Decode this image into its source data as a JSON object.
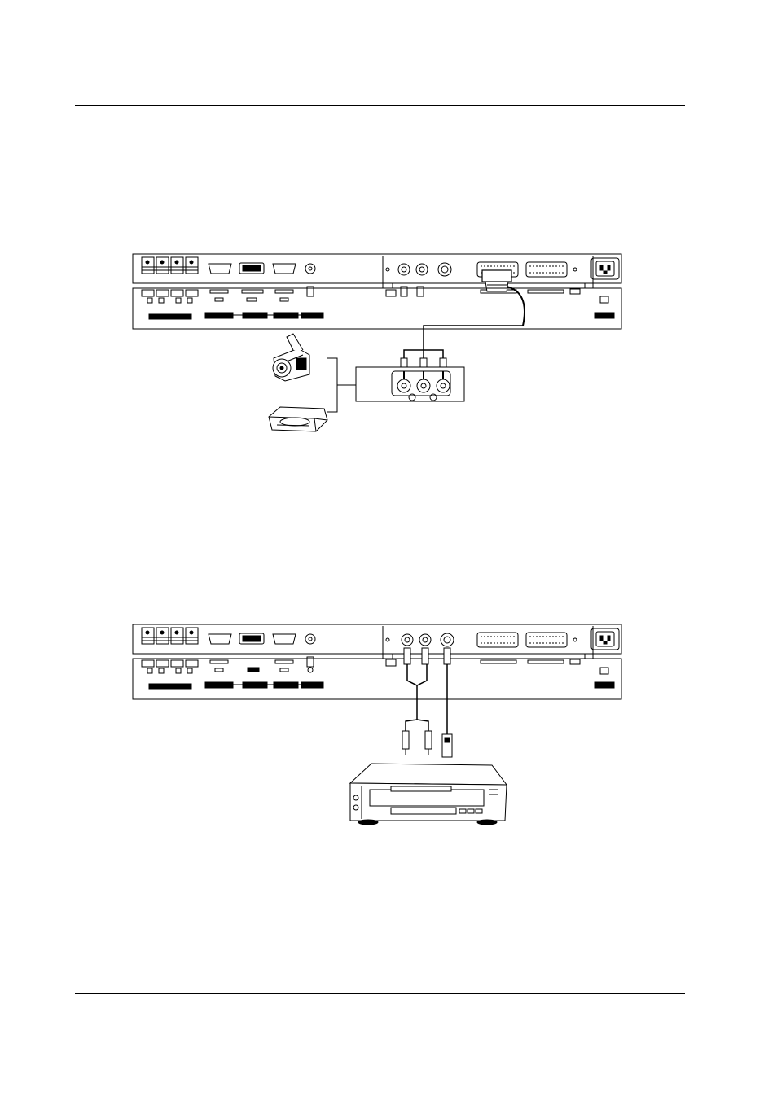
{
  "page": {
    "header_rule": true,
    "footer_rule": true
  },
  "diagrams": [
    {
      "id": "scart-connection",
      "devices": [
        "camcorder-icon",
        "vcr-icon"
      ],
      "connector": "scart-to-rca-adapter"
    },
    {
      "id": "s-video-connection",
      "devices": [
        "dvd-player-icon"
      ],
      "connector": "s-video-and-audio-cable"
    }
  ],
  "colors": {
    "line": "#000000",
    "fill": "#ffffff",
    "label_bar": "#000000"
  }
}
